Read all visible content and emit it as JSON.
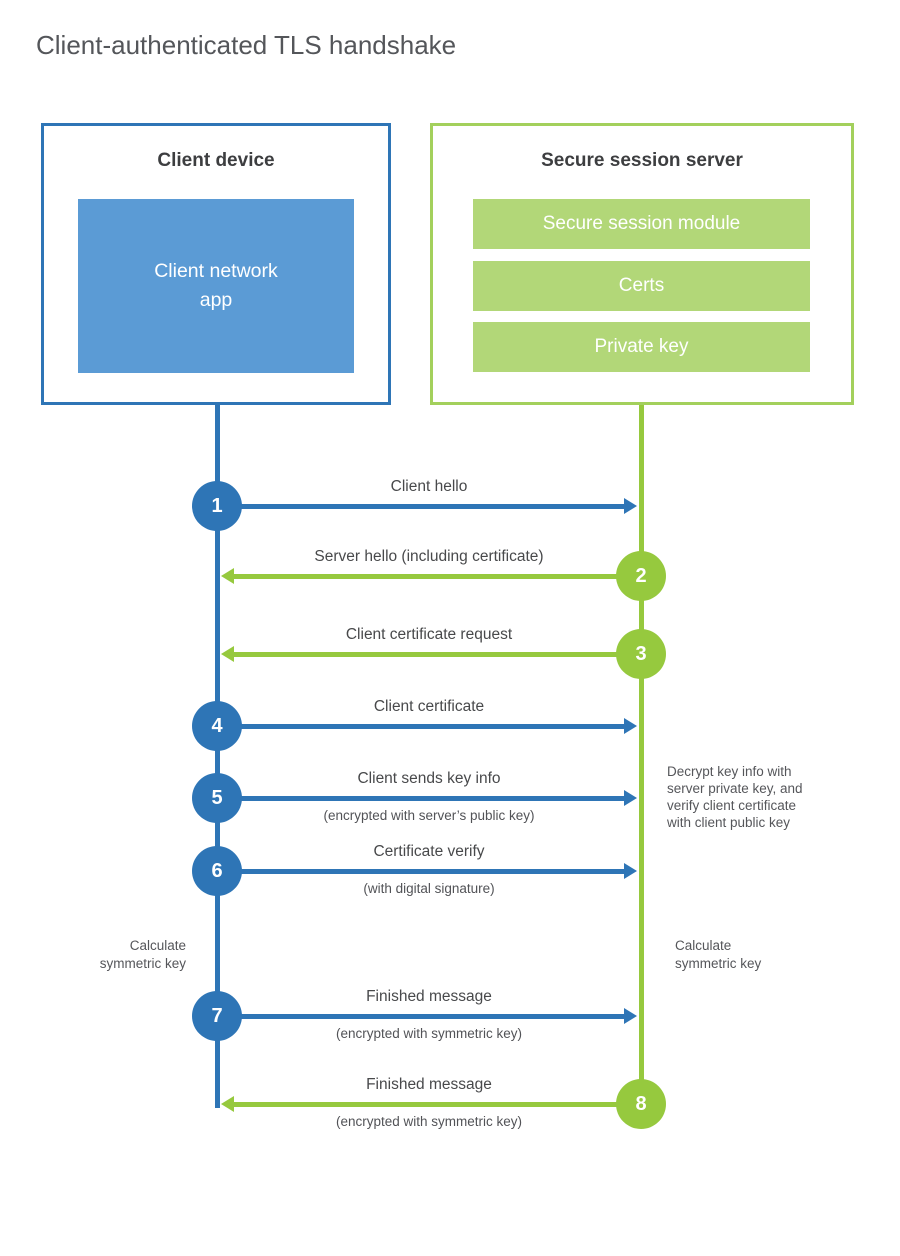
{
  "title": "Client-authenticated TLS handshake",
  "colors": {
    "blue": "#2e75b6",
    "blue_light": "#5b9bd5",
    "green": "#96c93e",
    "green_border": "#a3d05c",
    "green_bar": "#b2d778",
    "heading_text": "#3d3e40",
    "label_text": "#48494b",
    "note_text": "#55565a"
  },
  "client_box": {
    "title": "Client device",
    "app_label": "Client network\napp"
  },
  "server_box": {
    "title": "Secure session server",
    "modules": [
      "Secure session module",
      "Certs",
      "Private key"
    ]
  },
  "messages": [
    {
      "num": "1",
      "from": "client",
      "label": "Client hello",
      "sub": ""
    },
    {
      "num": "2",
      "from": "server",
      "label": "Server hello (including certificate)",
      "sub": ""
    },
    {
      "num": "3",
      "from": "server",
      "label": "Client certificate request",
      "sub": ""
    },
    {
      "num": "4",
      "from": "client",
      "label": "Client certificate",
      "sub": ""
    },
    {
      "num": "5",
      "from": "client",
      "label": "Client sends key info",
      "sub": "(encrypted with server’s public key)"
    },
    {
      "num": "6",
      "from": "client",
      "label": "Certificate verify",
      "sub": "(with digital signature)"
    },
    {
      "num": "7",
      "from": "client",
      "label": "Finished message",
      "sub": "(encrypted with symmetric key)"
    },
    {
      "num": "8",
      "from": "server",
      "label": "Finished message",
      "sub": "(encrypted with symmetric key)"
    }
  ],
  "notes": {
    "decrypt": "Decrypt key info with\nserver private key, and\nverify client certificate\nwith client public key",
    "calc_left": "Calculate\nsymmetric key",
    "calc_right": "Calculate\nsymmetric key"
  }
}
